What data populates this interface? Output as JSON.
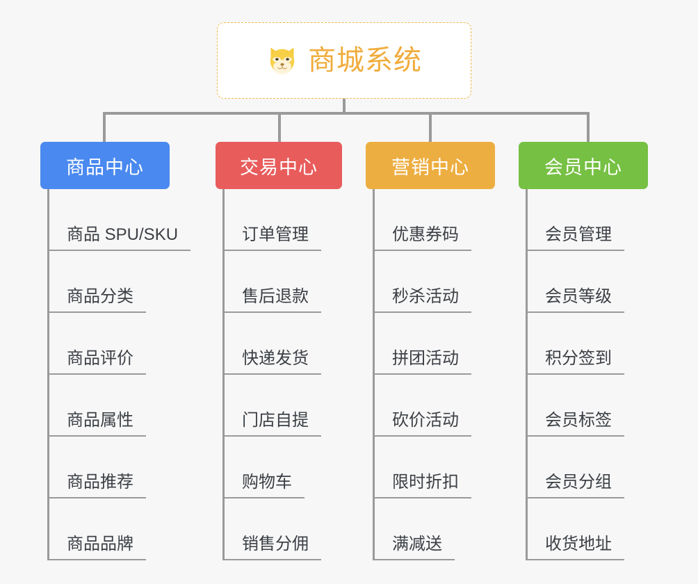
{
  "root": {
    "title": "商城系统",
    "icon": "dog-face-icon",
    "border_color": "#f0b849",
    "text_color": "#f0ac3c",
    "background": "#ffffff"
  },
  "canvas": {
    "background": "#f7f7f7",
    "connector_color": "#9a9a9a",
    "leaf_text_color": "#3b3f44"
  },
  "columns": [
    {
      "label": "商品中心",
      "color": "#4a89ef",
      "items": [
        "商品 SPU/SKU",
        "商品分类",
        "商品评价",
        "商品属性",
        "商品推荐",
        "商品品牌"
      ]
    },
    {
      "label": "交易中心",
      "color": "#e85c5c",
      "items": [
        "订单管理",
        "售后退款",
        "快递发货",
        "门店自提",
        "购物车",
        "销售分佣"
      ]
    },
    {
      "label": "营销中心",
      "color": "#edae41",
      "items": [
        "优惠券码",
        "秒杀活动",
        "拼团活动",
        "砍价活动",
        "限时折扣",
        "满减送"
      ]
    },
    {
      "label": "会员中心",
      "color": "#76c043",
      "items": [
        "会员管理",
        "会员等级",
        "积分签到",
        "会员标签",
        "会员分组",
        "收货地址"
      ]
    }
  ]
}
